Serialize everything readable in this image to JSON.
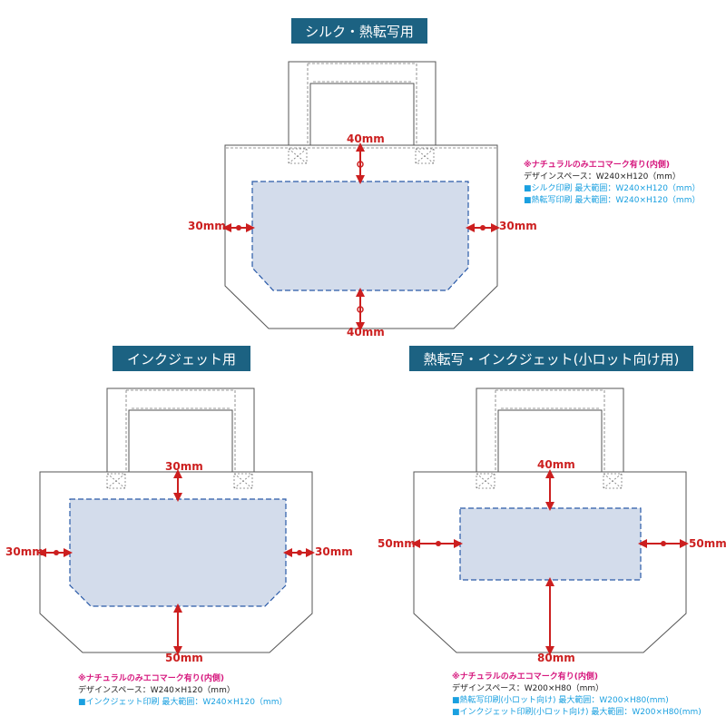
{
  "panels": [
    {
      "title": "シルク・熱転写用",
      "labels": {
        "top": "40mm",
        "bottom": "40mm",
        "left": "30mm",
        "right": "30mm"
      },
      "notes": {
        "eco": "※ナチュラルのみエコマーク有り(内側)",
        "space": "デザインスペース：W240×H120（mm）",
        "max": [
          "■シルク印刷 最大範囲：W240×H120（mm）",
          "■熱転写印刷 最大範囲：W240×H120（mm）"
        ]
      }
    },
    {
      "title": "インクジェット用",
      "labels": {
        "top": "30mm",
        "bottom": "50mm",
        "left": "30mm",
        "right": "30mm"
      },
      "notes": {
        "eco": "※ナチュラルのみエコマーク有り(内側)",
        "space": "デザインスペース：W240×H120（mm）",
        "max": [
          "■インクジェット印刷 最大範囲：W240×H120（mm）"
        ]
      }
    },
    {
      "title": "熱転写・インクジェット(小ロット向け用)",
      "labels": {
        "top": "40mm",
        "bottom": "80mm",
        "left": "50mm",
        "right": "50mm"
      },
      "notes": {
        "eco": "※ナチュラルのみエコマーク有り(内側)",
        "space": "デザインスペース：W200×H80（mm）",
        "max": [
          "■熱転写印刷(小ロット向け) 最大範囲：W200×H80(mm)",
          "■インクジェット印刷(小ロット向け) 最大範囲：W200×H80(mm)"
        ]
      }
    }
  ],
  "colors": {
    "header": "#1c6282",
    "dimension": "#cc1f1f",
    "design_area": "#d3dceb",
    "design_border": "#2a5aa8",
    "eco_note": "#d6187e",
    "print_note": "#1aa0e0"
  }
}
